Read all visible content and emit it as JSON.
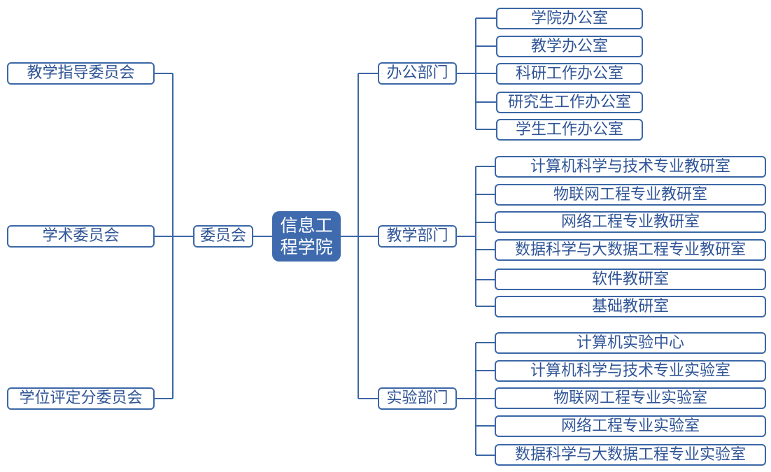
{
  "root": {
    "line1": "信息工",
    "line2": "程学院"
  },
  "committee": {
    "label": "委员会",
    "children": [
      "教学指导委员会",
      "学术委员会",
      "学位评定分委员会"
    ]
  },
  "departments": [
    {
      "label": "办公部门",
      "children": [
        "学院办公室",
        "教学办公室",
        "科研工作办公室",
        "研究生工作办公室",
        "学生工作办公室"
      ]
    },
    {
      "label": "教学部门",
      "children": [
        "计算机科学与技术专业教研室",
        "物联网工程专业教研室",
        "网络工程专业教研室",
        "数据科学与大数据工程专业教研室",
        "软件教研室",
        "基础教研室"
      ]
    },
    {
      "label": "实验部门",
      "children": [
        "计算机实验中心",
        "计算机科学与技术专业实验室",
        "物联网工程专业实验室",
        "网络工程专业实验室",
        "数据科学与大数据工程专业实验室"
      ]
    }
  ],
  "colors": {
    "border": "#3b67a6",
    "text": "#2f5496",
    "root_fill": "#3f6bae",
    "line": "#3b67a6"
  }
}
